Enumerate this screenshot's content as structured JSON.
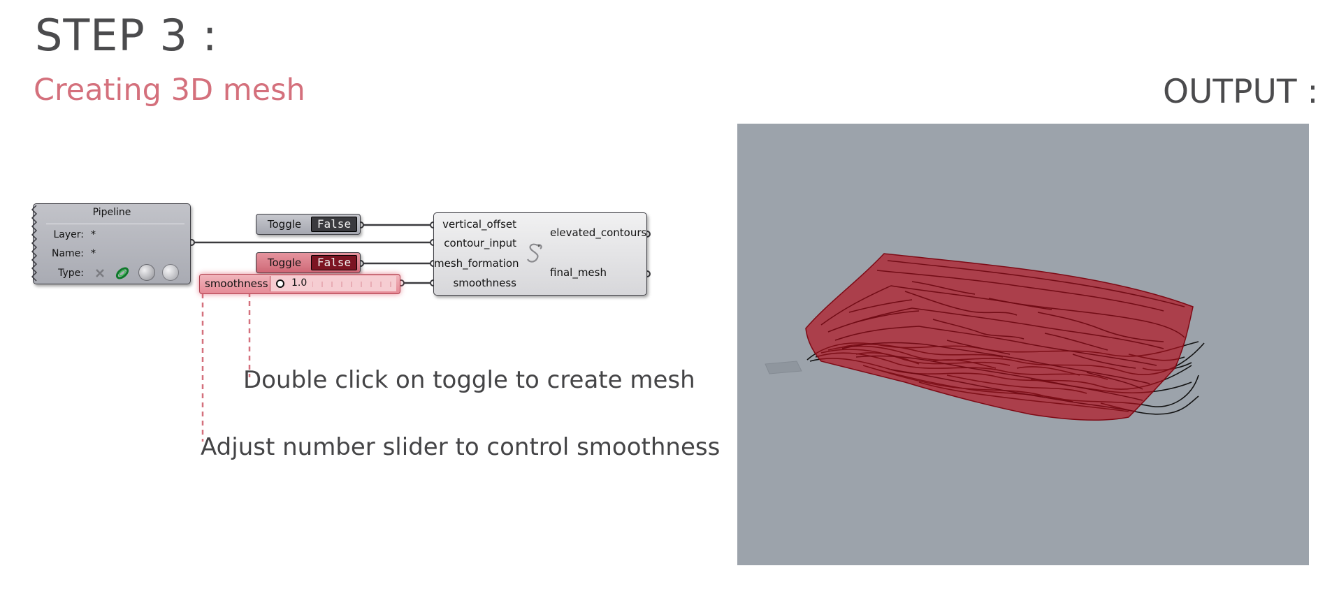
{
  "header": {
    "step_title": "STEP 3 :",
    "subtitle": "Creating 3D mesh",
    "output_title": "OUTPUT :"
  },
  "pipeline": {
    "title": "Pipeline",
    "rows": [
      {
        "label": "Layer:",
        "value": "*"
      },
      {
        "label": "Name:",
        "value": "*"
      },
      {
        "label": "Type:",
        "value": ""
      }
    ],
    "type_icons": [
      "point-icon",
      "curve-icon",
      "surface-icon",
      "mesh-icon"
    ]
  },
  "toggles": [
    {
      "label": "Toggle",
      "value": "False",
      "highlight": false
    },
    {
      "label": "Toggle",
      "value": "False",
      "highlight": true
    }
  ],
  "slider": {
    "label": "smoothness",
    "value": "1.0"
  },
  "component": {
    "inputs": [
      "vertical_offset",
      "contour_input",
      "mesh_formation",
      "smoothness"
    ],
    "outputs": [
      "elevated_contours",
      "final_mesh"
    ],
    "icon": "python-snake-icon"
  },
  "annotations": {
    "toggle_note": "Double click on toggle to create mesh",
    "slider_note": "Adjust number slider to control smoothness"
  },
  "colors": {
    "accent": "#d4707c",
    "heading": "#4b4b4d",
    "viewport_bg": "#9ca3ab",
    "mesh": "#b3101e",
    "contours": "#111111"
  }
}
